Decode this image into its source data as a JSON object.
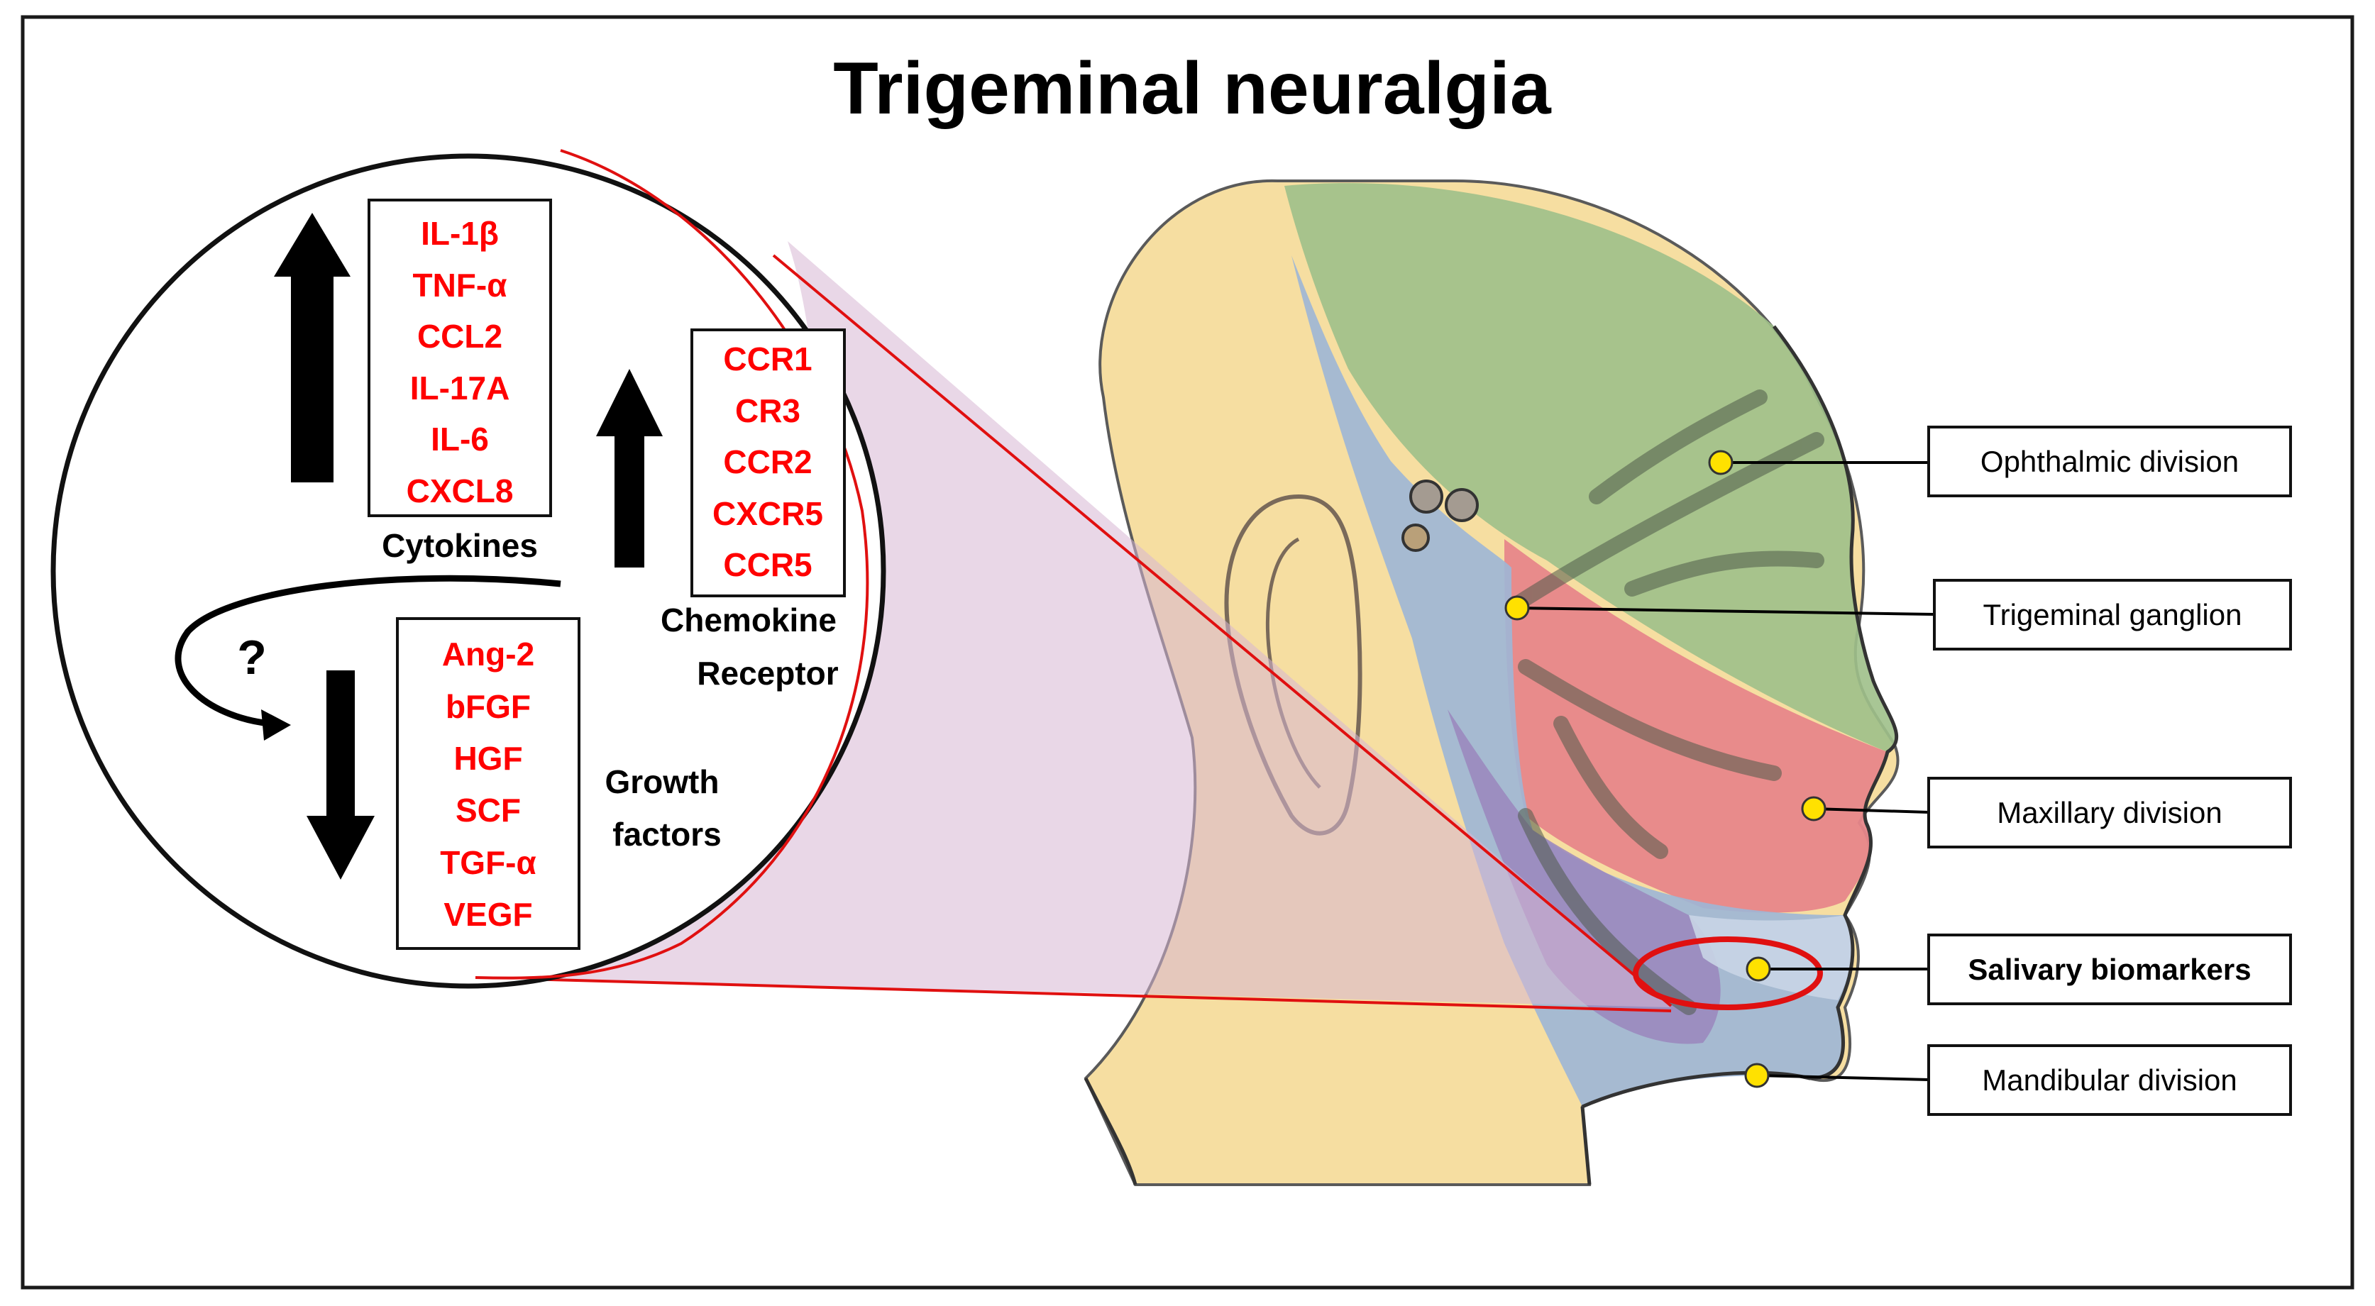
{
  "title": "Trigeminal neuralgia",
  "cytokines": {
    "items": [
      "IL-1β",
      "TNF-α",
      "CCL2",
      "IL-17A",
      "IL-6",
      "CXCL8"
    ],
    "label": "Cytokines",
    "trend": "up"
  },
  "chemokine_receptors": {
    "items": [
      "CCR1",
      "CR3",
      "CCR2",
      "CXCR5",
      "CCR5"
    ],
    "label_line1": "Chemokine",
    "label_line2": "Receptor",
    "trend": "up"
  },
  "growth_factors": {
    "items": [
      "Ang-2",
      "bFGF",
      "HGF",
      "SCF",
      "TGF-α",
      "VEGF"
    ],
    "label_line1": "Growth",
    "label_line2": "factors",
    "trend": "down"
  },
  "unknown_link": "?",
  "callouts": [
    {
      "label": "Ophthalmic division",
      "bold": false
    },
    {
      "label": "Trigeminal ganglion",
      "bold": false
    },
    {
      "label": "Maxillary division",
      "bold": false
    },
    {
      "label": "Salivary biomarkers",
      "bold": true
    },
    {
      "label": "Mandibular division",
      "bold": false
    }
  ],
  "colors": {
    "biomarker_text": "#ff0000",
    "ophthalmic_region": "#9fc08a",
    "maxillary_region": "#e7868a",
    "mandibular_region": "#9db6d6",
    "mandibular_inner": "#9a86bd",
    "scalp_region": "#f6dea1",
    "zoom_wedge": "#d7b6d3",
    "callout_dot": "#ffe100",
    "highlight_ring": "#e01010"
  }
}
